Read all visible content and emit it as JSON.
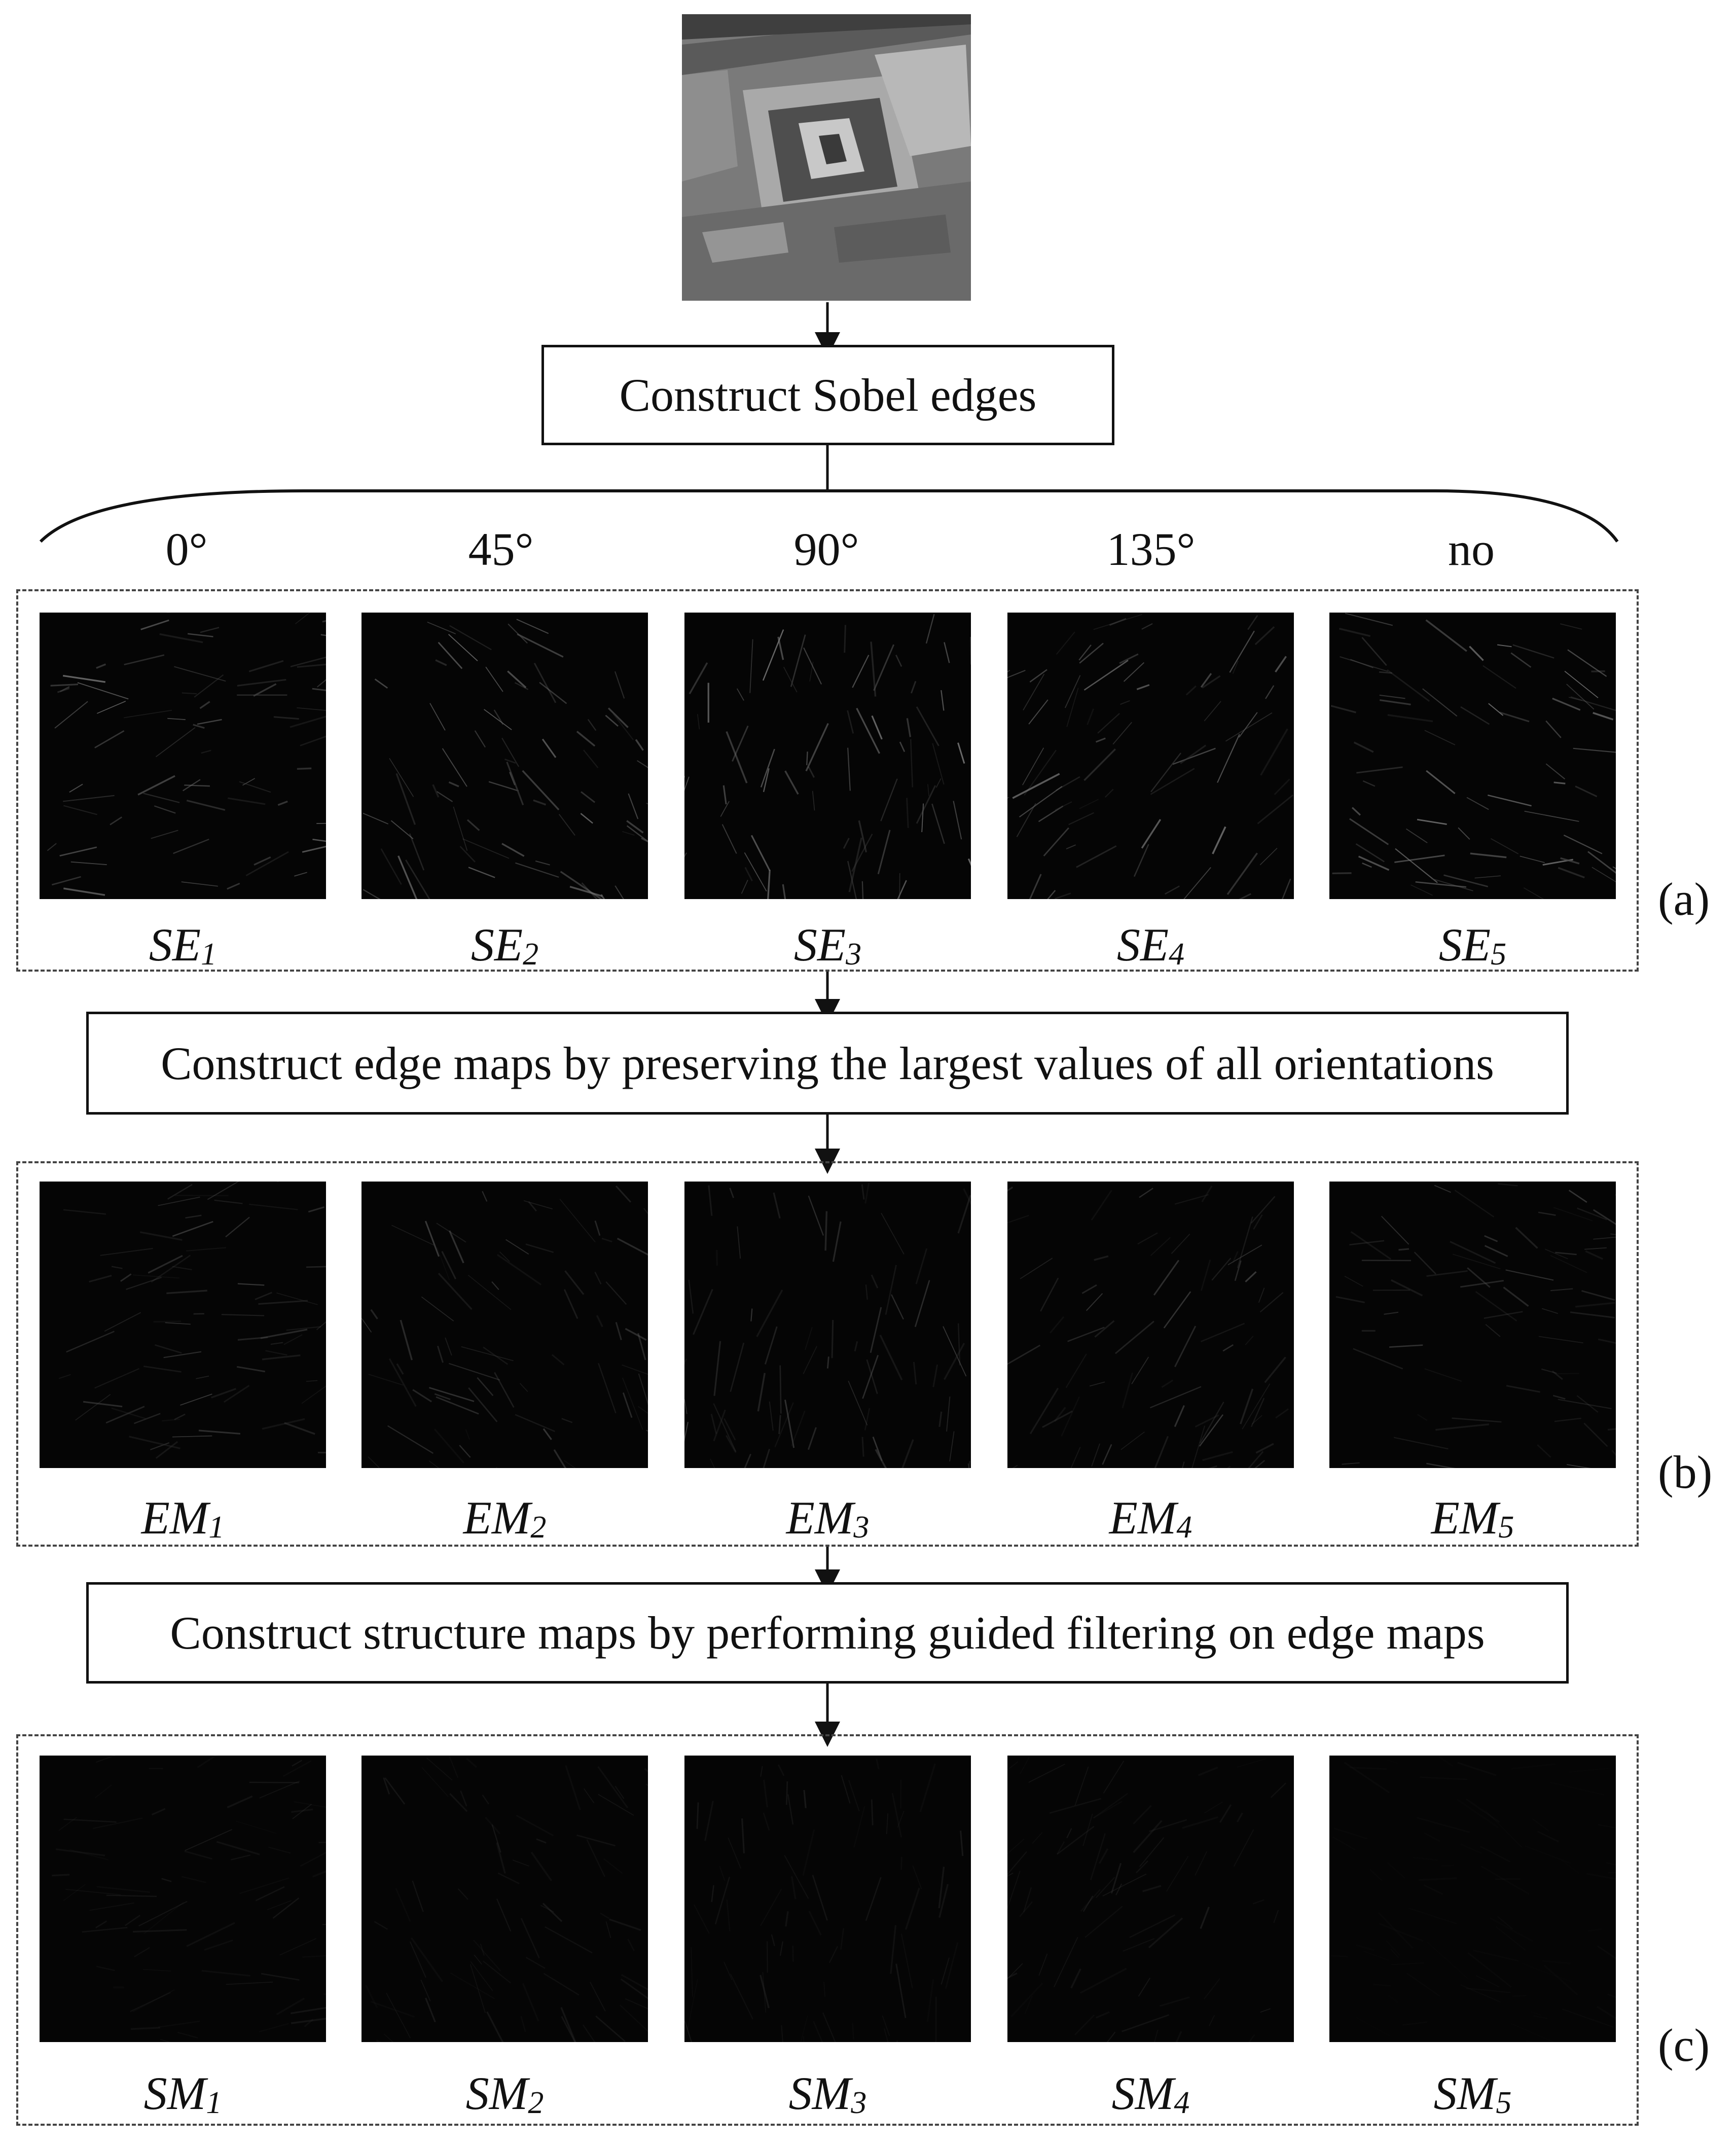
{
  "steps": {
    "sobel": "Construct Sobel edges",
    "edge_maps": "Construct edge maps by preserving the largest values of all orientations",
    "structure_maps": "Construct structure maps by performing guided filtering on edge maps"
  },
  "orientations": [
    "0°",
    "45°",
    "90°",
    "135°",
    "no"
  ],
  "rows": [
    {
      "panel": "(a)",
      "prefix": "SE",
      "subs": [
        "1",
        "2",
        "3",
        "4",
        "5"
      ]
    },
    {
      "panel": "(b)",
      "prefix": "EM",
      "subs": [
        "1",
        "2",
        "3",
        "4",
        "5"
      ]
    },
    {
      "panel": "(c)",
      "prefix": "SM",
      "subs": [
        "1",
        "2",
        "3",
        "4",
        "5"
      ]
    }
  ]
}
